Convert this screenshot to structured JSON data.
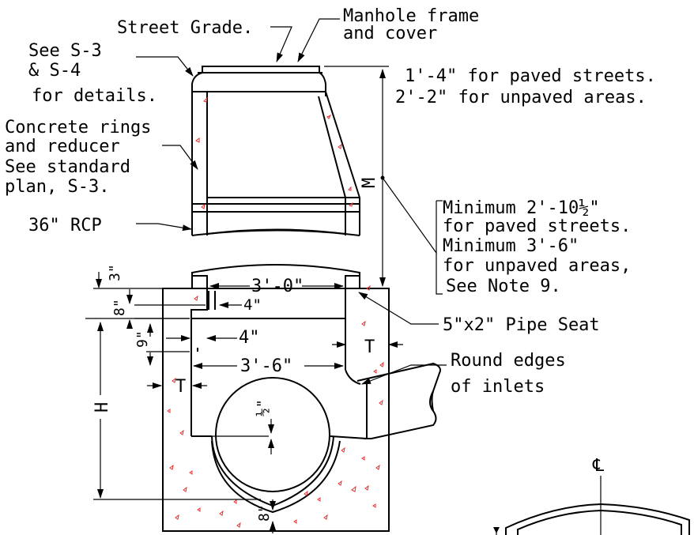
{
  "labels": {
    "street_grade": "Street Grade.",
    "manhole_frame_1": "Manhole frame",
    "manhole_frame_2": "and cover",
    "see_s3_1": "See S-3",
    "see_s3_2": "& S-4",
    "see_s3_3": "for details.",
    "concrete_1": "Concrete rings",
    "concrete_2": "and reducer",
    "concrete_3": "See standard",
    "concrete_4": "plan, S-3.",
    "rcp": "36\" RCP",
    "dim_paved": "1'-4\" for paved streets.",
    "dim_unpaved": "2'-2\" for unpaved areas.",
    "m_label": "M",
    "min_1": "Minimum 2'-10½\"",
    "min_2": "for paved streets.",
    "min_3": "Minimum 3'-6\"",
    "min_4": "for unpaved areas,",
    "min_5": "See Note 9.",
    "dim_3_0": "3'-0\"",
    "dim_4_top": "4\"",
    "dim_4_mid": "4\"",
    "dim_3_6": "3'-6\"",
    "pipe_seat": "5\"x2\" Pipe Seat",
    "round_1": "Round edges",
    "round_2": "of inlets",
    "t_right": "T",
    "t_left": "T",
    "dim_3": "3\"",
    "dim_8_top": "8\"",
    "dim_9": "9\"",
    "h_label": "H",
    "dim_half": "½\"",
    "dim_8_bot": "8\"",
    "centerline": "℄"
  }
}
